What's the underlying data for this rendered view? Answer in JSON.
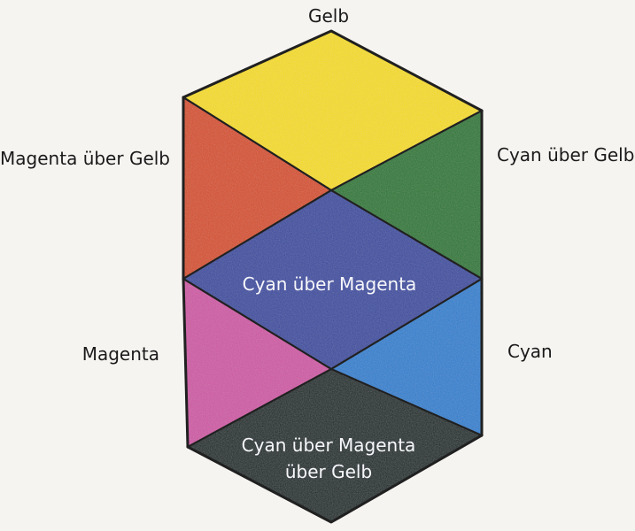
{
  "labels": {
    "top": "Gelb",
    "left_upper": "Magenta über Gelb",
    "right_upper": "Cyan über Gelb",
    "left_lower": "Magenta",
    "right_lower": "Cyan",
    "center_mid": "Cyan über Magenta",
    "center_bottom_line1": "Cyan über Magenta",
    "center_bottom_line2": "über Gelb"
  },
  "colors": {
    "background": "#f6f4f1",
    "yellow": "#f5dc1c",
    "orange_red": "#d6512b",
    "green": "#2c7a34",
    "blue_violet": "#3d4ea1",
    "magenta": "#cf5aa6",
    "cyan_blue": "#2f82cf",
    "dark_black_green": "#1d2a2c",
    "outline": "#202020"
  }
}
